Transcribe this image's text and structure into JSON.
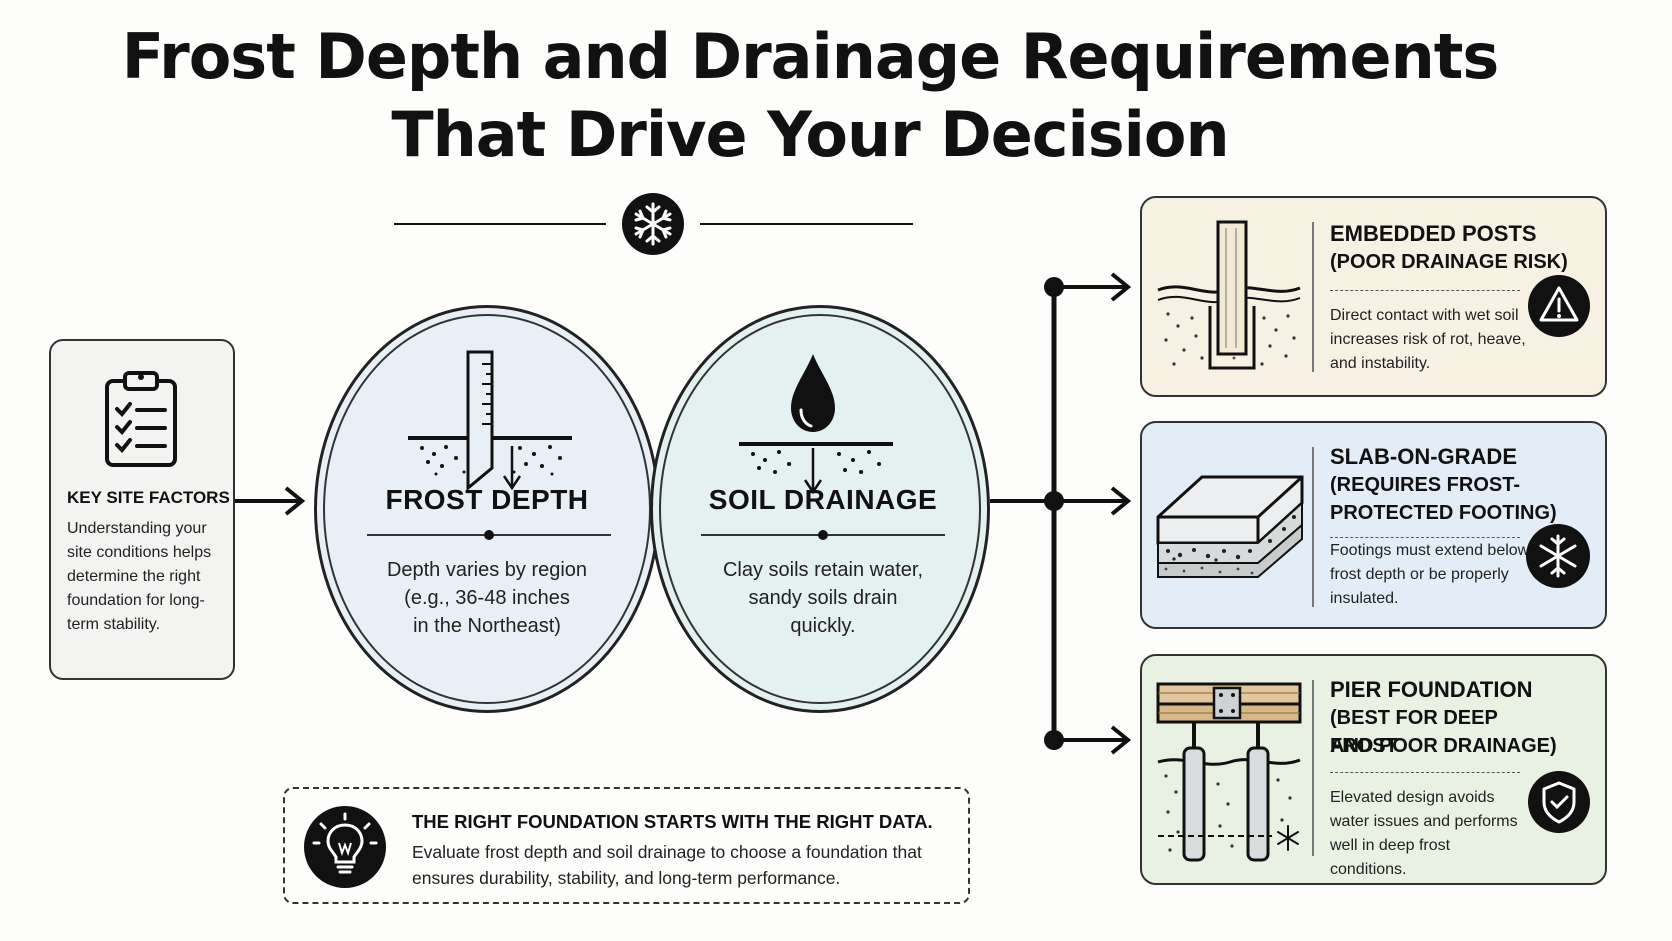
{
  "title": {
    "line1": "Frost Depth and Drainage Requirements",
    "line2": "That Drive Your Decision"
  },
  "key_factors": {
    "title": "KEY SITE FACTORS",
    "body": "Understanding your site conditions helps determine the right foundation for long-term stability."
  },
  "frost_depth": {
    "title": "FROST DEPTH",
    "body_line1": "Depth varies by region",
    "body_line2": "(e.g., 36-48 inches",
    "body_line3": "in the Northeast)"
  },
  "soil_drainage": {
    "title": "SOIL DRAINAGE",
    "body_line1": "Clay soils retain water,",
    "body_line2": "sandy soils drain",
    "body_line3": "quickly."
  },
  "options": {
    "embedded": {
      "title": "EMBEDDED POSTS",
      "subtitle": "(POOR DRAINAGE RISK)",
      "body": "Direct contact with wet soil increases risk of rot, heave, and instability."
    },
    "slab": {
      "title": "SLAB-ON-GRADE",
      "subtitle_line1": "(REQUIRES FROST-",
      "subtitle_line2": "PROTECTED FOOTING)",
      "body": "Footings must extend below frost depth or be properly insulated."
    },
    "pier": {
      "title": "PIER FOUNDATION",
      "subtitle_line1": "(BEST FOR DEEP FROST",
      "subtitle_line2": "AND POOR DRAINAGE)",
      "body": "Elevated design avoids water issues and performs well in deep frost conditions."
    }
  },
  "tip": {
    "title": "THE RIGHT FOUNDATION STARTS WITH THE RIGHT DATA.",
    "body": "Evaluate frost depth and soil drainage to choose a foundation that ensures durability, stability, and long-term performance."
  },
  "icons": {
    "header": "snowflake-icon",
    "key_factors": "clipboard-checklist-icon",
    "frost_depth": "ruler-in-soil-icon",
    "soil_drainage": "water-drop-icon",
    "embedded_badge": "warning-triangle-icon",
    "slab_badge": "snowflake-icon",
    "pier_badge": "shield-check-icon",
    "tip": "lightbulb-icon"
  },
  "colors": {
    "frost_circle": "#e8eff6",
    "soil_circle": "#e4f1f1",
    "embedded_card": "#f7f1e4",
    "slab_card": "#e3edf8",
    "pier_card": "#e9f1e3",
    "key_card": "#f3f3f2",
    "ink": "#111111"
  }
}
